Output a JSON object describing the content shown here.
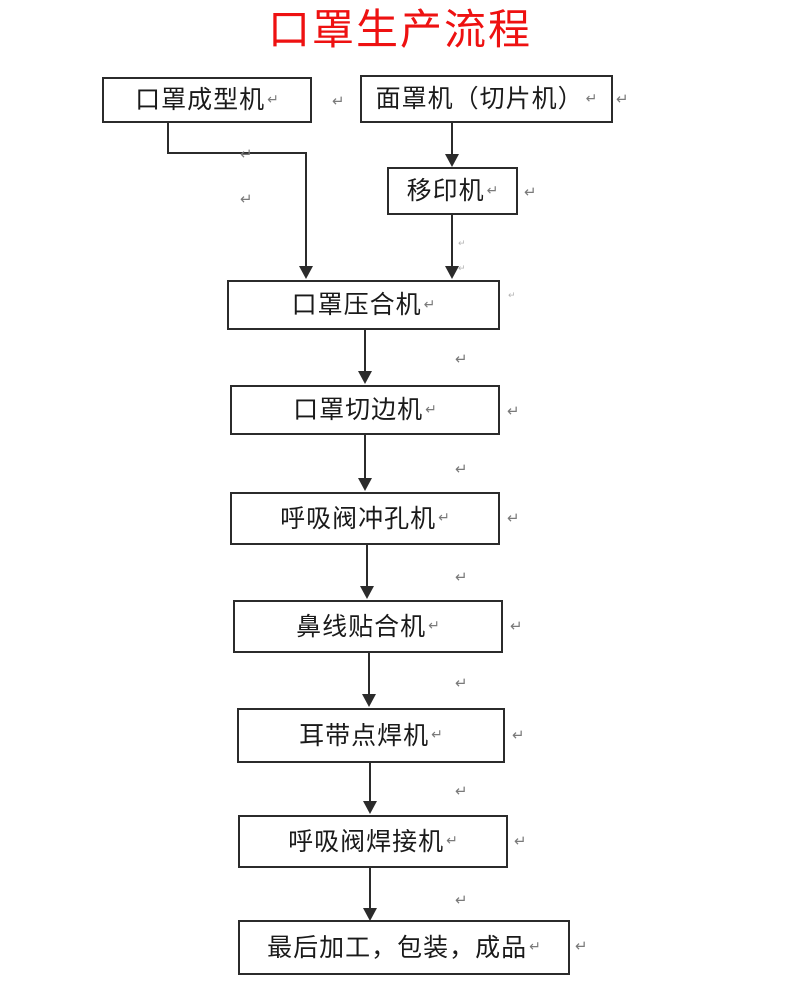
{
  "title": "口罩生产流程",
  "colors": {
    "title": "#ee1111",
    "box_border": "#2b2b2b",
    "text": "#1a1a1a",
    "connector": "#2b2b2b",
    "paragraph_mark": "#7a7a7a",
    "background": "#ffffff"
  },
  "paragraph_mark_glyph": "↵",
  "nodes": [
    {
      "id": "mask-forming-machine",
      "label": "口罩成型机"
    },
    {
      "id": "face-mask-slicer",
      "label": "面罩机（切片机）"
    },
    {
      "id": "pad-printing-machine",
      "label": "移印机"
    },
    {
      "id": "mask-pressing-machine",
      "label": "口罩压合机"
    },
    {
      "id": "mask-edge-cutter",
      "label": "口罩切边机"
    },
    {
      "id": "valve-punching-machine",
      "label": "呼吸阀冲孔机"
    },
    {
      "id": "nose-wire-machine",
      "label": "鼻线贴合机"
    },
    {
      "id": "earloop-spot-welder",
      "label": "耳带点焊机"
    },
    {
      "id": "valve-welding-machine",
      "label": "呼吸阀焊接机"
    },
    {
      "id": "final-packaging",
      "label": "最后加工，包装，成品"
    }
  ],
  "flow": {
    "description": "口罩成型机 和 面罩机（切片机）→移印机 汇入 口罩压合机，之后依次向下流转",
    "edges": [
      {
        "from": "口罩成型机",
        "to": "口罩压合机"
      },
      {
        "from": "面罩机（切片机）",
        "to": "移印机"
      },
      {
        "from": "移印机",
        "to": "口罩压合机"
      },
      {
        "from": "口罩压合机",
        "to": "口罩切边机"
      },
      {
        "from": "口罩切边机",
        "to": "呼吸阀冲孔机"
      },
      {
        "from": "呼吸阀冲孔机",
        "to": "鼻线贴合机"
      },
      {
        "from": "鼻线贴合机",
        "to": "耳带点焊机"
      },
      {
        "from": "耳带点焊机",
        "to": "呼吸阀焊接机"
      },
      {
        "from": "呼吸阀焊接机",
        "to": "最后加工，包装，成品"
      }
    ]
  }
}
